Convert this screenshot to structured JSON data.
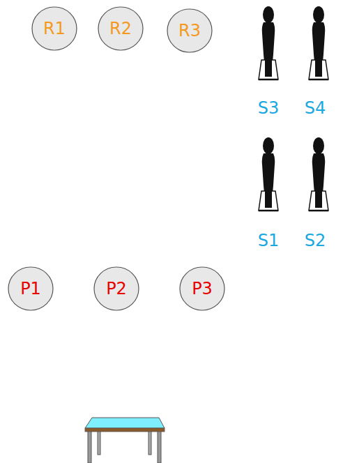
{
  "diagram": {
    "nodes": [
      {
        "text": [
          "R1"
        ]
      },
      {
        "text": [
          "R2"
        ]
      },
      {
        "text": [
          "R3"
        ]
      },
      {
        "text": [
          "P1"
        ]
      },
      {
        "text": [
          "P2"
        ]
      },
      {
        "text": [
          "P3"
        ]
      }
    ],
    "labels": [
      "S3",
      "S4",
      "S1",
      "S2"
    ]
  }
}
